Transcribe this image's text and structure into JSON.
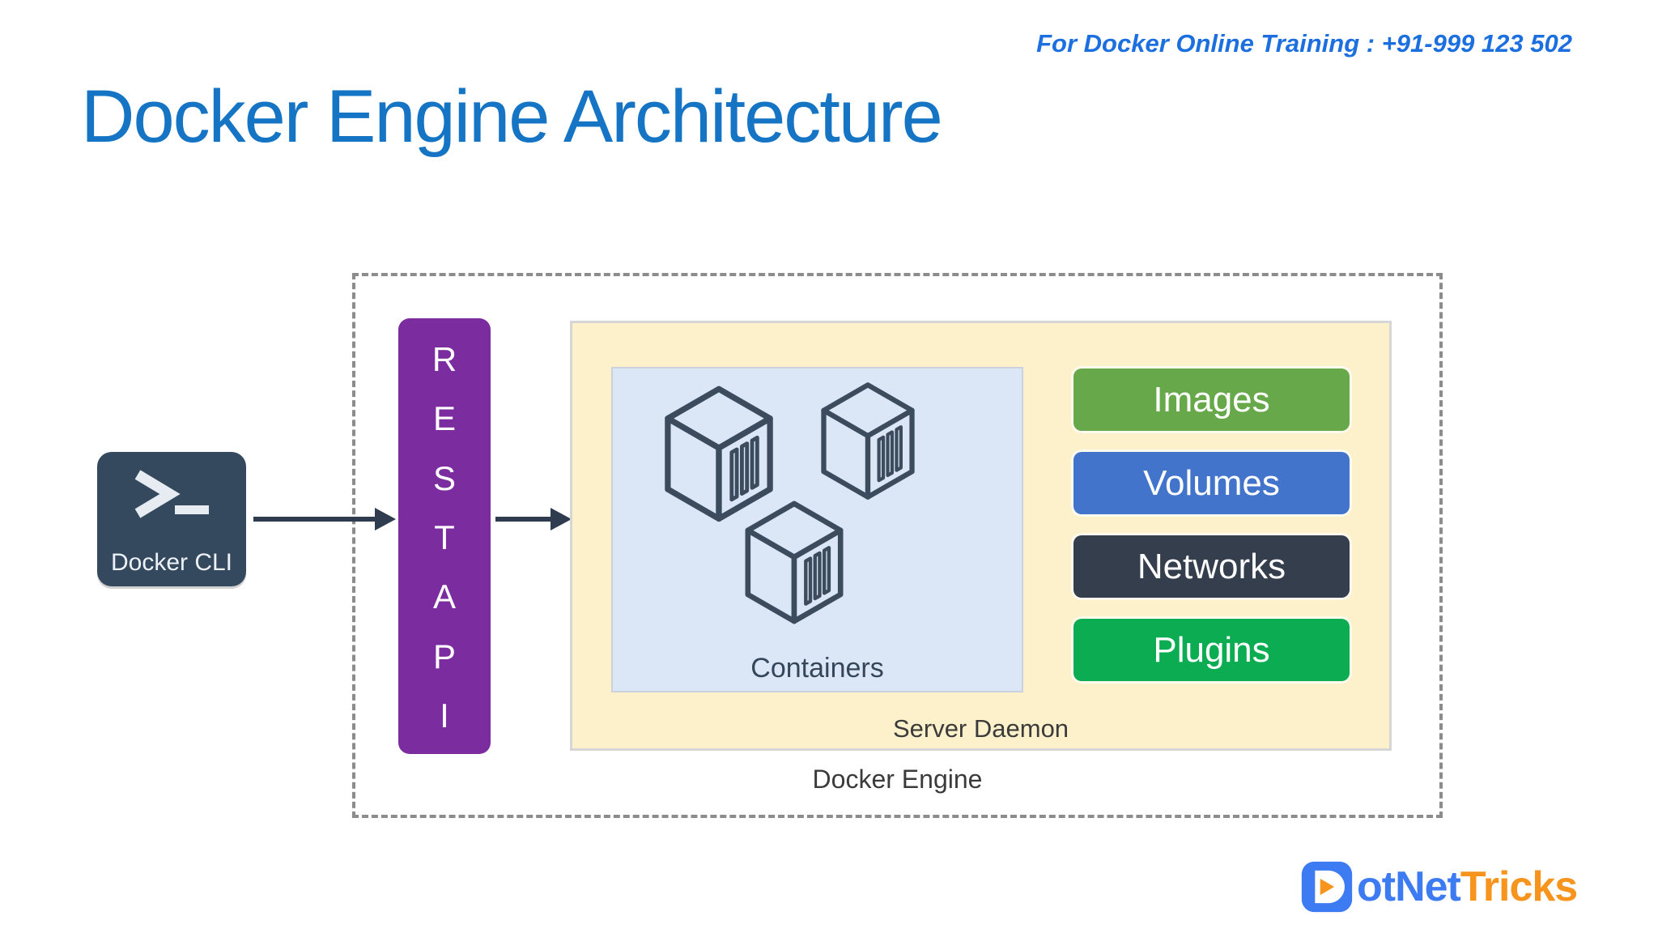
{
  "header": {
    "training_text": "For Docker Online Training : +91-999 123 502",
    "training_color": "#1C6FDE"
  },
  "title": {
    "text": "Docker Engine Architecture",
    "color": "#1574C4"
  },
  "diagram": {
    "docker_cli": {
      "label": "Docker CLI",
      "icon": "terminal-prompt-icon",
      "bg": "#34495E"
    },
    "rest_api": {
      "letters": [
        "R",
        "E",
        "S",
        "T",
        "A",
        "P",
        "I"
      ],
      "bg": "#7B2DA0"
    },
    "server_daemon": {
      "label": "Server Daemon",
      "bg": "#FCF1CB"
    },
    "containers": {
      "label": "Containers",
      "bg": "#DBE7F6",
      "cube_count": 3,
      "cube_icon": "container-cube-icon"
    },
    "components": [
      {
        "label": "Images",
        "color": "#67A94A"
      },
      {
        "label": "Volumes",
        "color": "#4374CB"
      },
      {
        "label": "Networks",
        "color": "#343E4D"
      },
      {
        "label": "Plugins",
        "color": "#0CAD52"
      }
    ],
    "docker_engine_label": "Docker Engine",
    "arrow_color": "#2F3B4E"
  },
  "logo": {
    "prefix": "otNet",
    "suffix": "Tricks",
    "blue": "#3D7BF2",
    "orange": "#F7941D"
  }
}
